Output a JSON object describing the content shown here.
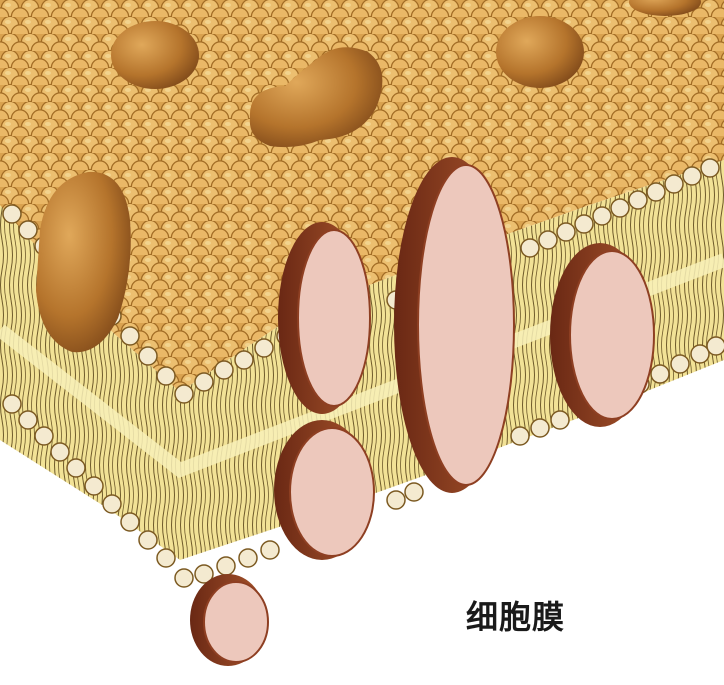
{
  "caption": "细胞膜",
  "colors": {
    "head_fill": "#e6b86a",
    "head_edge": "#9c6a24",
    "tail_band": "#f2e296",
    "tail_line": "#6e5a2a",
    "edge_head": "#f4ead0",
    "globular_protein": "#b5742c",
    "protein_cut_face": "#edc8bc",
    "protein_rim": "#8e3f22"
  },
  "icons": [
    "lipid-bilayer",
    "phospholipid-head",
    "globular-protein",
    "transmembrane-protein"
  ]
}
